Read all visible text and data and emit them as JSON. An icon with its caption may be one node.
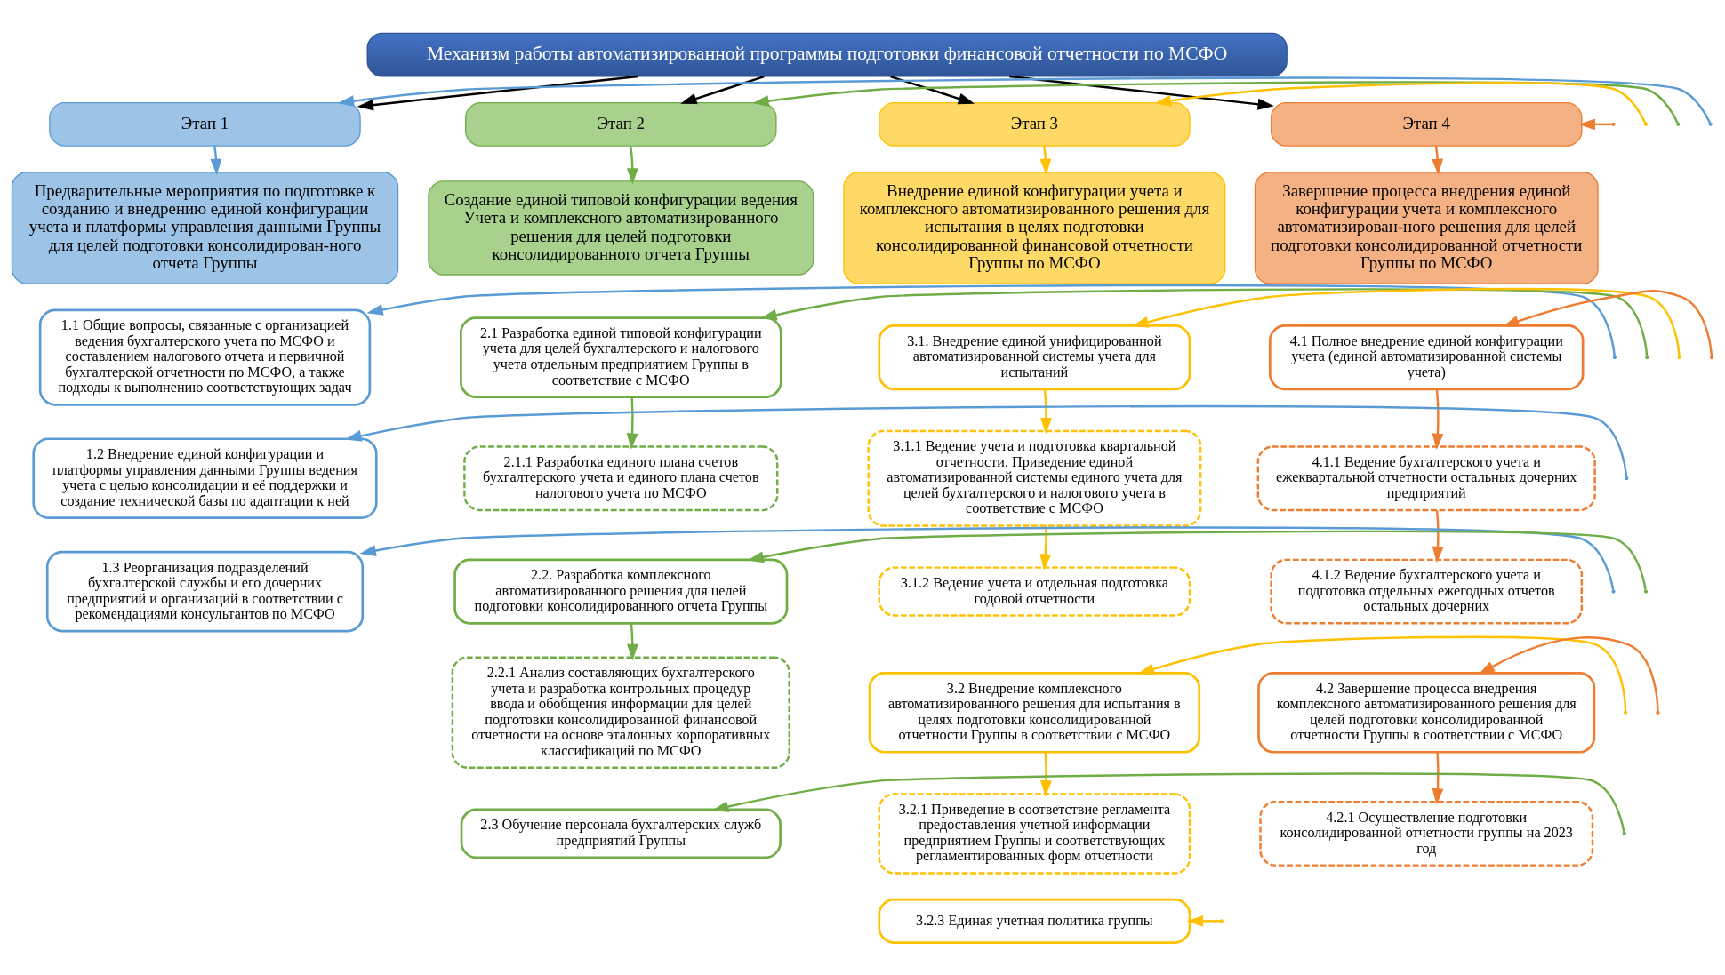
{
  "diagram": {
    "nodes": [
      {
        "text": [
          "Механизм работы автоматизированной программы подготовки финансовой отчетности по МСФО"
        ]
      },
      {
        "text": [
          "Этап 1"
        ]
      },
      {
        "text": [
          "Предварительные мероприятия по подготовке к созданию и внедрению единой конфигурации учета и платформы управления данными Группы для целей подготовки консолидирован-ного отчета Группы"
        ]
      },
      {
        "text": [
          "1.1 Общие вопросы, связанные с организацией ведения бухгалтерского учета по МСФО и составлением налогового отчета и первичной бухгалтерской отчетности по МСФО, а также подходы к выполнению соответствующих задач"
        ]
      },
      {
        "text": [
          "1.2 Внедрение единой конфигурации и платформы управления данными Группы ведения учета с целью консолидации и её поддержки и создание технической базы по адаптации к ней"
        ]
      },
      {
        "text": [
          "1.3 Реорганизация подразделений бухгалтерской службы и его дочерних предприятий и организаций в соответствии с рекомендациями консультантов по МСФО"
        ]
      },
      {
        "text": [
          "Этап 2"
        ]
      },
      {
        "text": [
          "Создание единой типовой конфигурации ведения Учета и комплексного автоматизированного решения для целей подготовки консолидированного отчета Группы"
        ]
      },
      {
        "text": [
          "2.1 Разработка единой типовой конфигурации учета для целей бухгалтерского и налогового учета отдельным предприятием Группы в соответствие с МСФО"
        ]
      },
      {
        "text": [
          "2.1.1 Разработка единого плана счетов бухгалтерского учета и единого плана счетов налогового учета по МСФО"
        ]
      },
      {
        "text": [
          "2.2. Разработка комплексного автоматизированного решения для целей подготовки консолидированного отчета Группы"
        ]
      },
      {
        "text": [
          "2.2.1 Анализ составляющих бухгалтерского учета и разработка контрольных процедур ввода и обобщения информации для целей подготовки консолидированной финансовой отчетности на основе эталонных корпоративных классификаций по МСФО"
        ]
      },
      {
        "text": [
          "2.3 Обучение персонала бухгалтерских служб предприятий Группы"
        ]
      },
      {
        "text": [
          "Этап 3"
        ]
      },
      {
        "text": [
          "Внедрение единой конфигурации учета и комплексного автоматизированного решения для испытания в целях подготовки консолидированной финансовой отчетности Группы по МСФО"
        ]
      },
      {
        "text": [
          "3.1. Внедрение единой унифицированной автоматизированной системы учета для испытаний"
        ]
      },
      {
        "text": [
          "3.1.1 Ведение учета и подготовка квартальной отчетности. Приведение единой автоматизированной системы единого учета для целей бухгалтерского и налогового учета в соответствие с МСФО"
        ]
      },
      {
        "text": [
          "3.1.2 Ведение учета и отдельная подготовка годовой отчетности"
        ]
      },
      {
        "text": [
          "3.2 Внедрение комплексного автоматизированного решения для испытания в целях подготовки консолидированной отчетности Группы в соответствии с МСФО"
        ]
      },
      {
        "text": [
          "3.2.1 Приведение в соответствие регламента предоставления учетной информации предприятием Группы и соответствующих регламентированных форм отчетности"
        ]
      },
      {
        "text": [
          "3.2.3 Единая учетная политика группы"
        ]
      },
      {
        "text": [
          "Этап 4"
        ]
      },
      {
        "text": [
          "Завершение процесса внедрения единой конфигурации учета и комплексного автоматизирован-ного решения для целей подготовки консолидированной отчетности Группы по МСФО"
        ]
      },
      {
        "text": [
          "4.1 Полное внедрение единой конфигурации учета (единой автоматизированной системы учета)"
        ]
      },
      {
        "text": [
          "4.1.1 Ведение бухгалтерского учета и ежеквартальной отчетности остальных дочерних предприятий"
        ]
      },
      {
        "text": [
          "4.1.2 Ведение бухгалтерского учета и подготовка отдельных ежегодных отчетов остальных дочерних"
        ]
      },
      {
        "text": [
          "4.2 Завершение процесса внедрения комплексного автоматизированного решения для целей подготовки консолидированной отчетности Группы в соответствии с МСФО"
        ]
      },
      {
        "text": [
          "4.2.1 Осуществление подготовки консолидированной отчетности группы на 2023 год"
        ]
      }
    ],
    "edges": [
      {
        "from": 0,
        "to": 1,
        "arrow": "to",
        "color": "#000000"
      },
      {
        "from": 0,
        "to": 6,
        "arrow": "to",
        "color": "#000000"
      },
      {
        "from": 0,
        "to": 13,
        "arrow": "to",
        "color": "#000000"
      },
      {
        "from": 0,
        "to": 21,
        "arrow": "to",
        "color": "#000000"
      },
      {
        "from": 1,
        "to": 2,
        "arrow": "to",
        "color": "#5b9bd5"
      },
      {
        "from": null,
        "to": 1,
        "arrow": "to",
        "color": "#5b9bd5"
      },
      {
        "from": null,
        "to": 3,
        "arrow": "to",
        "color": "#5b9bd5"
      },
      {
        "from": null,
        "to": 4,
        "arrow": "to",
        "color": "#5b9bd5"
      },
      {
        "from": null,
        "to": 5,
        "arrow": "to",
        "color": "#5b9bd5"
      },
      {
        "from": 6,
        "to": 7,
        "arrow": "to",
        "color": "#70ad47"
      },
      {
        "from": 8,
        "to": 9,
        "arrow": "to",
        "color": "#70ad47"
      },
      {
        "from": 10,
        "to": 11,
        "arrow": "to",
        "color": "#70ad47"
      },
      {
        "from": null,
        "to": 6,
        "arrow": "to",
        "color": "#70ad47"
      },
      {
        "from": null,
        "to": 8,
        "arrow": "to",
        "color": "#70ad47"
      },
      {
        "from": null,
        "to": 10,
        "arrow": "to",
        "color": "#70ad47"
      },
      {
        "from": null,
        "to": 12,
        "arrow": "to",
        "color": "#70ad47"
      },
      {
        "from": 13,
        "to": 14,
        "arrow": "to"
      },
      {
        "from": 15,
        "to": 16,
        "arrow": "to"
      },
      {
        "from": 16,
        "to": 17,
        "arrow": "to"
      },
      {
        "from": 18,
        "to": 19,
        "arrow": "to"
      },
      {
        "from": null,
        "to": 13,
        "arrow": "to"
      },
      {
        "from": null,
        "to": 15,
        "arrow": "to"
      },
      {
        "from": null,
        "to": 18,
        "arrow": "to"
      },
      {
        "from": null,
        "to": 20,
        "arrow": "to"
      },
      {
        "from": 21,
        "to": 22,
        "arrow": "to",
        "color": "#ed7d31"
      },
      {
        "from": 23,
        "to": 24,
        "arrow": "to",
        "color": "#ed7d31"
      },
      {
        "from": 24,
        "to": 25,
        "arrow": "to",
        "color": "#ed7d31"
      },
      {
        "from": 26,
        "to": 27,
        "arrow": "to",
        "color": "#ed7d31"
      },
      {
        "from": null,
        "to": 21,
        "arrow": "to",
        "color": "#ed7d31"
      },
      {
        "from": null,
        "to": 23,
        "arrow": "to",
        "color": "#ed7d31"
      },
      {
        "from": null,
        "to": 26,
        "arrow": "to",
        "color": "#ed7d31"
      }
    ]
  }
}
